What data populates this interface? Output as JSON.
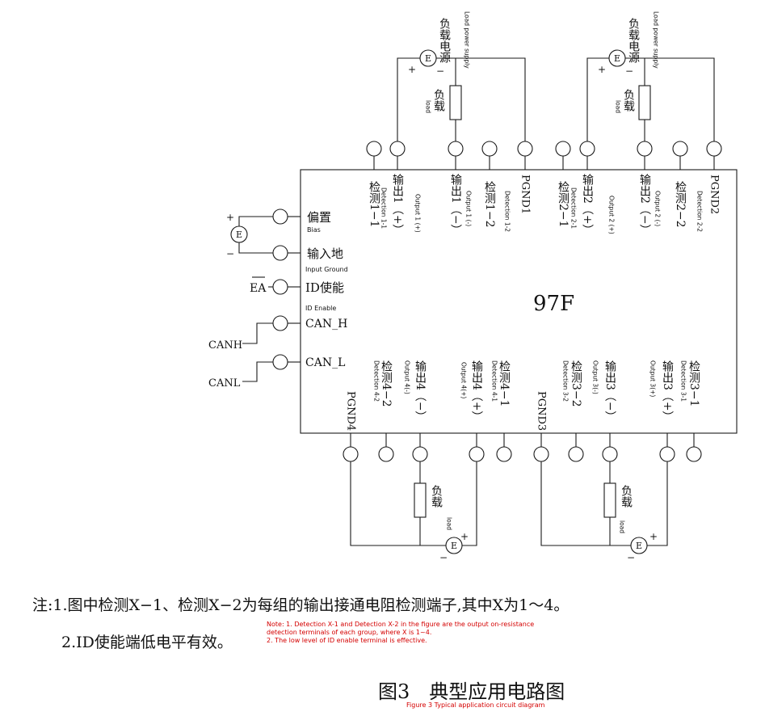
{
  "colors": {
    "ink": "#1a1a1a",
    "annotation": "#d40000",
    "background": "#ffffff"
  },
  "chip": {
    "label": "97F"
  },
  "top_terminals": {
    "group1": {
      "det1": "检测1−1",
      "det1_en": "Detection 1-1",
      "out_pos": "输出1（+）",
      "out_pos_en": "Output 1 (+)",
      "out_neg": "输出1（−）",
      "out_neg_en": "Output 1 (-)",
      "det2": "检测1−2",
      "det2_en": "Detection 1-2",
      "pgnd": "PGND1"
    },
    "group2": {
      "det1": "检测2−1",
      "det1_en": "Detection 2-1",
      "out_pos": "输出2（+）",
      "out_pos_en": "Output 2 (+)",
      "out_neg": "输出2（−）",
      "out_neg_en": "Output 2 (-)",
      "det2": "检测2−2",
      "det2_en": "Detection 2-2",
      "pgnd": "PGND2"
    }
  },
  "bottom_terminals": {
    "group4": {
      "pgnd": "PGND4",
      "det2": "检测4−2",
      "det2_en": "Detection 4-2",
      "out_neg": "输出4（−）",
      "out_neg_en": "Output 4(-)",
      "out_pos": "输出4（+）",
      "out_pos_en": "Output 4(+)",
      "det1": "检测4−1",
      "det1_en": "Detection 4-1"
    },
    "group3": {
      "pgnd": "PGND3",
      "det2": "检测3−2",
      "det2_en": "Detection 3-2",
      "out_neg": "输出3（−）",
      "out_neg_en": "Output 3(-)",
      "out_pos": "输出3（+）",
      "out_pos_en": "Output 3(+)",
      "det1": "检测3−1",
      "det1_en": "Detection 3-1"
    }
  },
  "left_pins": {
    "bias": "偏置",
    "bias_en": "Bias",
    "input_ground": "输入地",
    "input_ground_en": "Input Ground",
    "id_enable": "ID使能",
    "id_enable_en": "ID Enable",
    "can_h": "CAN_H",
    "can_l": "CAN_L"
  },
  "external": {
    "ea": "EA",
    "canh": "CANH",
    "canl": "CANL",
    "source_symbol": "E",
    "plus": "+",
    "minus": "−",
    "load_supply": "负载电源",
    "load_supply_en": "Load power supply",
    "load": "负载",
    "load_en": "load"
  },
  "notes": {
    "line1": "注:1.图中检测X−1、检测X−2为每组的输出接通电阻检测端子,其中X为1～4。",
    "line2": "2.ID使能端低电平有效。",
    "en_1": "Note: 1. Detection X-1 and Detection X-2 in the figure are the output on-resistance",
    "en_2": "detection terminals of each group, where X is 1~4.",
    "en_3": "2. The low level of ID enable terminal is effective."
  },
  "figure": {
    "caption": "图3　典型应用电路图",
    "caption_en": "Figure 3 Typical application circuit diagram"
  }
}
